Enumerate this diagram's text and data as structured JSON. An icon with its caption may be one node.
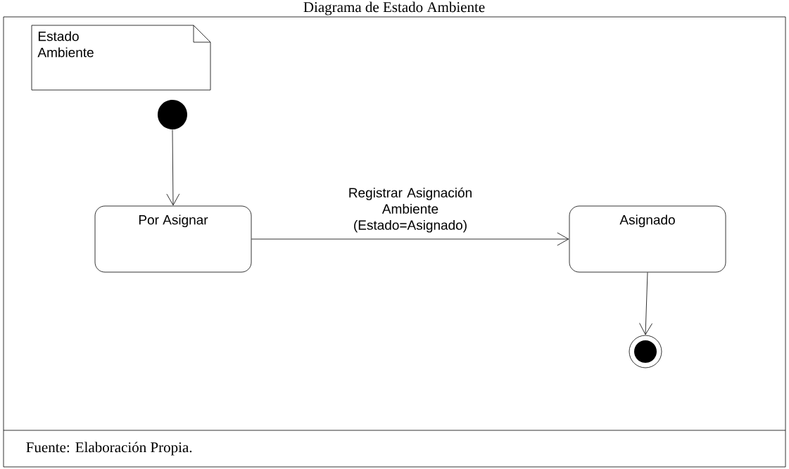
{
  "diagram": {
    "title": "Diagrama de Estado Ambiente",
    "caption": "Fuente: Elaboración Propia.",
    "nodes": [
      {
        "text": [
          "Estado Ambiente"
        ]
      },
      {
        "text": [],
        "shape": "circle"
      },
      {
        "text": [
          "Por Asignar"
        ]
      },
      {
        "text": [
          "Asignado"
        ]
      },
      {
        "text": [],
        "shape": "circle"
      }
    ],
    "edges": [
      {
        "from": 1,
        "to": 2,
        "arrow": "to"
      },
      {
        "from": 2,
        "to": 3,
        "arrow": "to",
        "label": "Registrar Asignación Ambiente (Estado=Asignado)"
      },
      {
        "from": 3,
        "to": 4,
        "arrow": "to"
      }
    ]
  }
}
